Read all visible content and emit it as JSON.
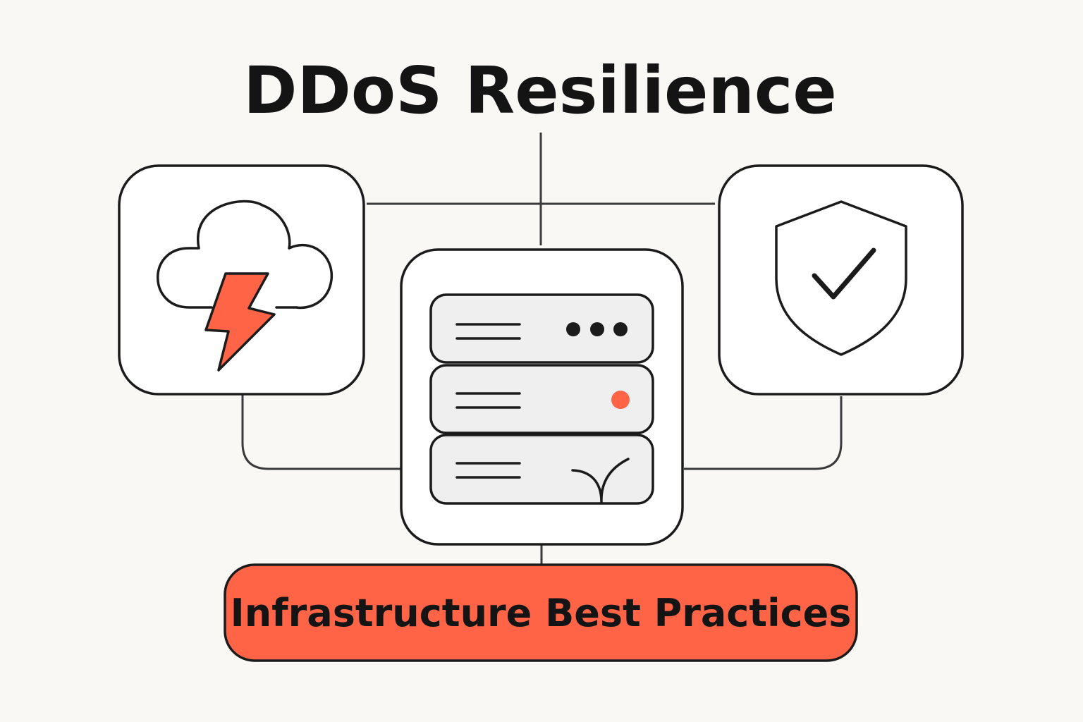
{
  "title": "DDoS Resilience",
  "banner": {
    "label": "Infrastructure Best Practices"
  },
  "icons": {
    "left": "cloud-lightning-icon",
    "center": "server-stack-icon",
    "right": "shield-check-icon"
  },
  "server_rows": [
    {
      "indicator": "three-dots"
    },
    {
      "indicator": "status-dot"
    },
    {
      "indicator": "sprout"
    }
  ],
  "colors": {
    "background": "#f9f8f4",
    "accent": "#ff6447",
    "stroke": "#1b1b1b",
    "card_fill": "#ffffff",
    "server_row_fill": "#efefef"
  }
}
